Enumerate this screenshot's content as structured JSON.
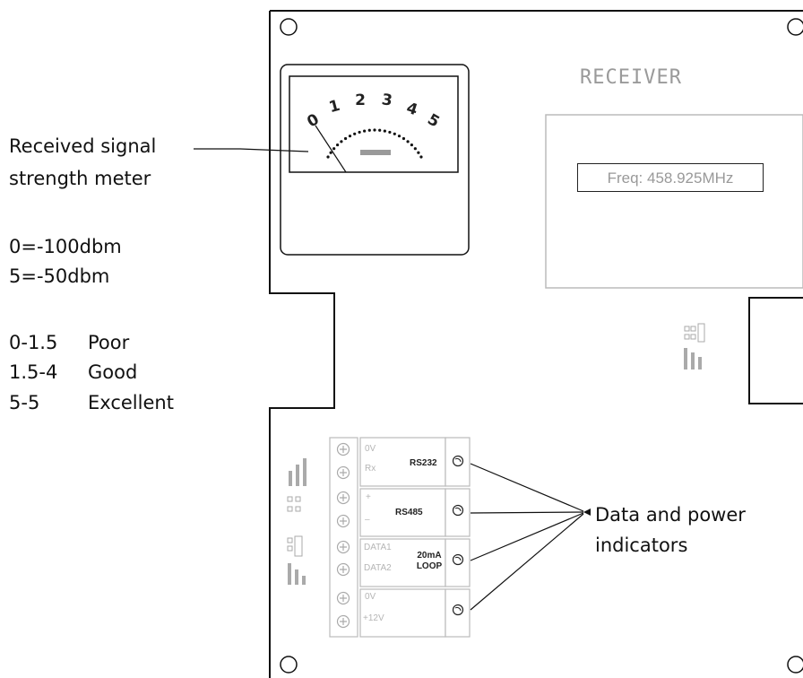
{
  "meter_label": [
    "Received signal",
    "strength meter"
  ],
  "scale": [
    "0=-100dbm",
    "5=-50dbm"
  ],
  "quality": [
    {
      "range": "0-1.5",
      "label": "Poor"
    },
    {
      "range": "1.5-4",
      "label": "Good"
    },
    {
      "range": "5-5",
      "label": "Excellent"
    }
  ],
  "meter_numbers": [
    "0",
    "1",
    "2",
    "3",
    "4",
    "5"
  ],
  "receiver_title": "RECEIVER",
  "frequency": "Freq: 458.925MHz",
  "terminals": [
    {
      "top": "0V",
      "bottom": "Rx",
      "name": "RS232"
    },
    {
      "top": "+",
      "bottom": "–",
      "name": "RS485"
    },
    {
      "top": "DATA1",
      "bottom": "DATA2",
      "name": "20mA LOOP"
    },
    {
      "top": "0V",
      "bottom": "+12V",
      "name": ""
    }
  ],
  "indicators_label": [
    "Data and power",
    "indicators"
  ],
  "colors": {
    "line": "#111111",
    "faint": "#b0b0b0",
    "meter_face": "#ffffff"
  }
}
